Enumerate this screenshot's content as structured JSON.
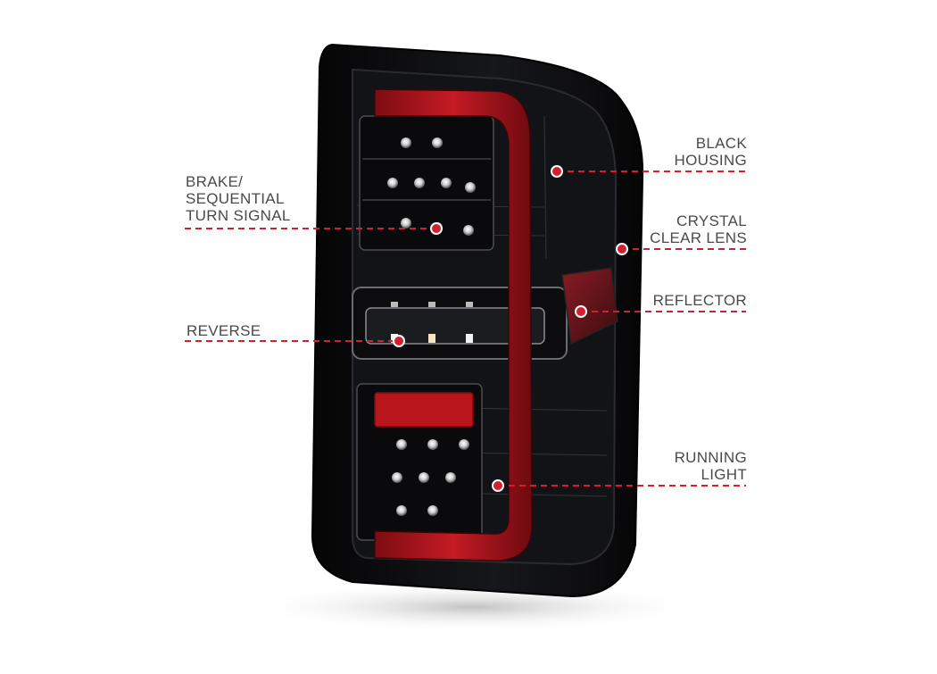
{
  "colors": {
    "accent_red": "#d32030",
    "housing_black": "#0b0b0d",
    "light_bar_red": "#b0161d",
    "label_gray": "#4a4a4a"
  },
  "callouts": {
    "brake": {
      "line1": "BRAKE/",
      "line2": "SEQUENTIAL",
      "line3": "TURN SIGNAL"
    },
    "reverse": {
      "line1": "REVERSE"
    },
    "black_housing": {
      "line1": "BLACK",
      "line2": "HOUSING"
    },
    "crystal_clear_lens": {
      "line1": "CRYSTAL",
      "line2": "CLEAR LENS"
    },
    "reflector": {
      "line1": "REFLECTOR"
    },
    "running_light": {
      "line1": "RUNNING",
      "line2": "LIGHT"
    }
  }
}
